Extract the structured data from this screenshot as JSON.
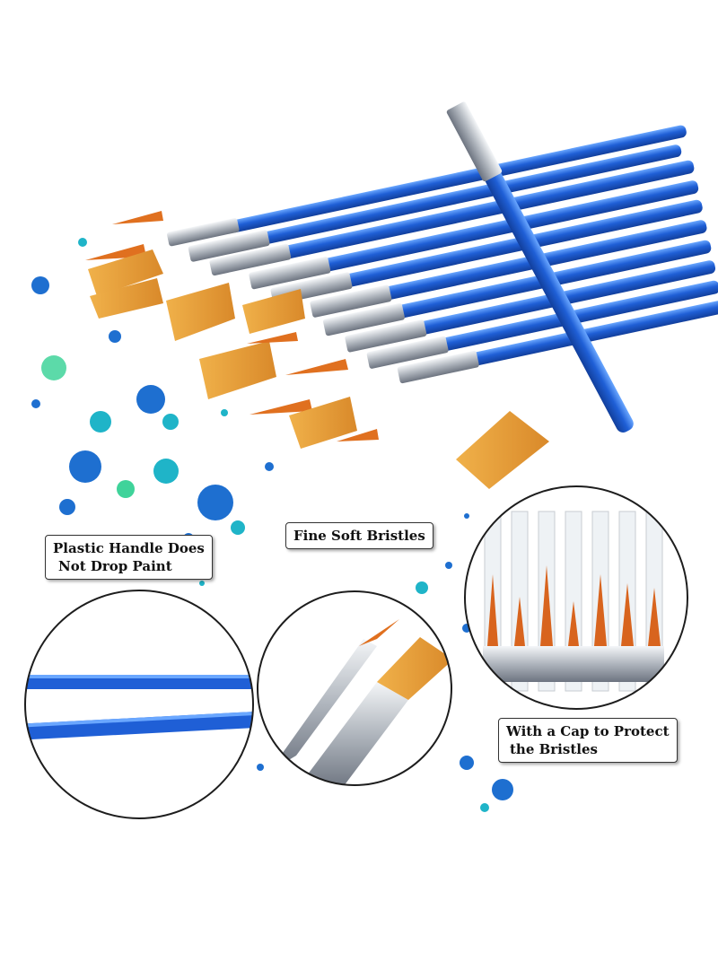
{
  "colors": {
    "background": "#ffffff",
    "handle_blue": "#1f5fd6",
    "handle_blue_light": "#4b8cf0",
    "ferrule_silver": "#c8ccd2",
    "bristle_orange": "#e39a2c",
    "bristle_tip": "#c8561a",
    "paint_blue": "#1e6fd0",
    "paint_teal": "#1fb4c8",
    "paint_green": "#3fd39a",
    "circle_border": "#1d1d1d"
  },
  "callouts": {
    "handle": {
      "line1": "Plastic Handle Does",
      "line2": "Not Drop Paint"
    },
    "bristles": {
      "text": "Fine Soft Bristles"
    },
    "cap": {
      "line1": "With a Cap to Protect",
      "line2": "the Bristles"
    }
  },
  "icons": {
    "brush_bundle": "paint-brush-bundle",
    "paint_splatter": "paint-splatter",
    "handle_detail": "handle-closeup",
    "bristle_detail": "bristle-closeup",
    "cap_detail": "capped-brushes-closeup"
  }
}
